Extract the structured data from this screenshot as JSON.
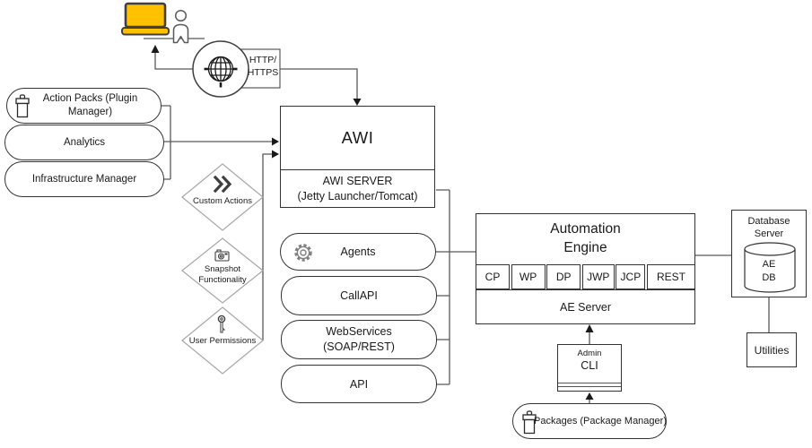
{
  "http": {
    "line1": "HTTP/",
    "line2": "HTTPS"
  },
  "left_stack": {
    "items": [
      {
        "label": "Action Packs (Plugin Manager)",
        "icon": "package-icon"
      },
      {
        "label": "Analytics"
      },
      {
        "label": "Infrastructure Manager"
      }
    ]
  },
  "diamonds": {
    "custom_actions": "Custom Actions",
    "snapshot_line1": "Snapshot",
    "snapshot_line2": "Functionality",
    "user_permissions": "User Permissions"
  },
  "awi": {
    "title": "AWI",
    "server_line1": "AWI SERVER",
    "server_line2": "(Jetty Launcher/Tomcat)"
  },
  "services": {
    "agents": "Agents",
    "callapi": "CallAPI",
    "webservices_line1": "WebServices",
    "webservices_line2": "(SOAP/REST)",
    "api": "API"
  },
  "automation_engine": {
    "title_line1": "Automation",
    "title_line2": "Engine",
    "processes": [
      "CP",
      "WP",
      "DP",
      "JWP",
      "JCP",
      "REST"
    ],
    "server": "AE Server"
  },
  "database": {
    "title_line1": "Database",
    "title_line2": "Server",
    "db_line1": "AE",
    "db_line2": "DB"
  },
  "utilities": {
    "label": "Utilities"
  },
  "admin_cli": {
    "line1": "Admin",
    "line2": "CLI"
  },
  "packages": {
    "label": "Packages (Package Manager)"
  },
  "colors": {
    "laptop_yellow": "#FFC000",
    "line_gray": "#595959",
    "arrow_black": "#1a1a1a",
    "diamond_border": "#a6a6a6",
    "box_border": "#333333"
  }
}
